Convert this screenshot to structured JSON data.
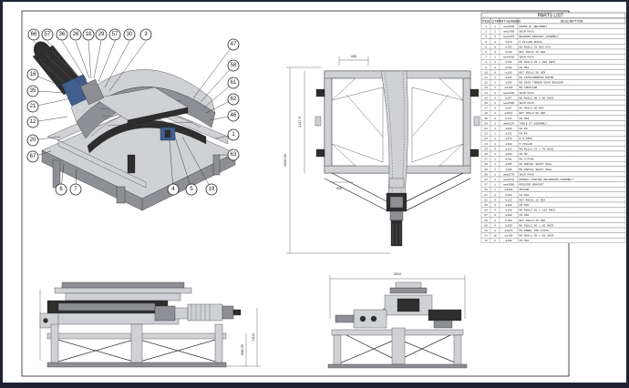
{
  "balloons": [
    "66",
    "57",
    "36",
    "26",
    "18",
    "29",
    "57",
    "30",
    "3",
    "16",
    "35",
    "21",
    "12",
    "20",
    "67",
    "6",
    "7",
    "47",
    "58",
    "61",
    "62",
    "46",
    "1",
    "63",
    "4",
    "5",
    "19"
  ],
  "dimensions": [
    "400",
    "2147.5",
    "2600.00",
    "300",
    "2610",
    "1812",
    "838.09"
  ],
  "parts_list": {
    "title": "PARTS LIST",
    "headers": [
      "ITEM",
      "QTY",
      "PART NUMBER",
      "DESCRIPTION"
    ],
    "rows": [
      [
        "1",
        "1",
        "new4900",
        "FRAME W/ WELDMENT"
      ],
      [
        "2",
        "2",
        "new2450",
        "SHIM PACK"
      ],
      [
        "3",
        "4",
        "new2375",
        "BEARING BRACKET ASSEMBLY"
      ],
      [
        "4",
        "4",
        "A470",
        "M PILLOW BLOCK"
      ],
      [
        "5",
        "8",
        "b135",
        "M8 M10x1.25 HEX HCS"
      ],
      [
        "6",
        "8",
        "b130",
        "NUT M10x1.25 HEX"
      ],
      [
        "7",
        "1",
        "new4080",
        "SHIM PACK"
      ],
      [
        "8",
        "4",
        "b126",
        "M8 M10x1.25 x 100 HHCS"
      ],
      [
        "9",
        "8",
        "a108",
        "FW M10"
      ],
      [
        "10",
        "8",
        "b185",
        "NUT M20x2.50 HEX"
      ],
      [
        "11",
        "1",
        "a281",
        "M8 ASYNCHRONOUS MOTOR"
      ],
      [
        "12",
        "1",
        "a260",
        "M8 HIGH TORQUE GEAR REDUCER"
      ],
      [
        "13",
        "1",
        "a1130",
        "M8 COUPLING"
      ],
      [
        "14",
        "3",
        "new2330",
        "SHIM PACK"
      ],
      [
        "15",
        "4",
        "b157",
        "M8 M16x2.00 x 60 HHCS"
      ],
      [
        "16",
        "1",
        "new6500",
        "SHIM PACK"
      ],
      [
        "17",
        "8",
        "b187",
        "M8 M16x2.00 HEX"
      ],
      [
        "18",
        "2",
        "a1014",
        "NUT M16x2.00 HEX"
      ],
      [
        "19",
        "4",
        "b117",
        "FW M16"
      ],
      [
        "20",
        "1",
        "new5107",
        "TABLE ST ASSEMBLY"
      ],
      [
        "21",
        "1",
        "a280",
        "FW M8"
      ],
      [
        "22",
        "1",
        "a282",
        "FW M8"
      ],
      [
        "23",
        "1",
        "a379",
        "M O-RING"
      ],
      [
        "24",
        "1",
        "a380",
        "M COLLAR"
      ],
      [
        "25",
        "4",
        "b111",
        "M8 M12x1.75 x 70 HHCS"
      ],
      [
        "26",
        "1",
        "a280",
        "FW M8"
      ],
      [
        "27",
        "1",
        "a281",
        "M8 O-RING"
      ],
      [
        "28",
        "1",
        "a385",
        "M8 RADIAL SHAFT SEAL"
      ],
      [
        "29",
        "1",
        "a386",
        "M8 RADIAL SHAFT SEAL"
      ],
      [
        "30",
        "1",
        "new5770",
        "SHIM PACK"
      ],
      [
        "47",
        "1",
        "new8734",
        "DOUBLE LOCKING MECHANISM ASSEMBLY"
      ],
      [
        "57",
        "1",
        "new9960",
        "REDUCER BRACKET"
      ],
      [
        "58",
        "1",
        "a1080",
        "SPACER"
      ],
      [
        "61",
        "4",
        "b100",
        "FW M10"
      ],
      [
        "62",
        "4",
        "b125",
        "NUT M10x1.25 HEX"
      ],
      [
        "63",
        "8",
        "a108",
        "FW M20"
      ],
      [
        "66",
        "4",
        "b126",
        "M8 M20x2.50 x 120 HHCS"
      ],
      [
        "67",
        "8",
        "a108",
        "FW M20"
      ],
      [
        "68",
        "8",
        "b150",
        "NUT M20x2.50 HEX"
      ],
      [
        "69",
        "4",
        "b150",
        "M8 M20x2.50 x 80 HHCS"
      ],
      [
        "70",
        "8",
        "a1070",
        "M8 DOWEL PIN 12x50"
      ],
      [
        "71",
        "16",
        "a1108",
        "M8 M10x1.50 x 20 SHCS"
      ],
      [
        "72",
        "8",
        "a108",
        "FW M10"
      ]
    ]
  }
}
